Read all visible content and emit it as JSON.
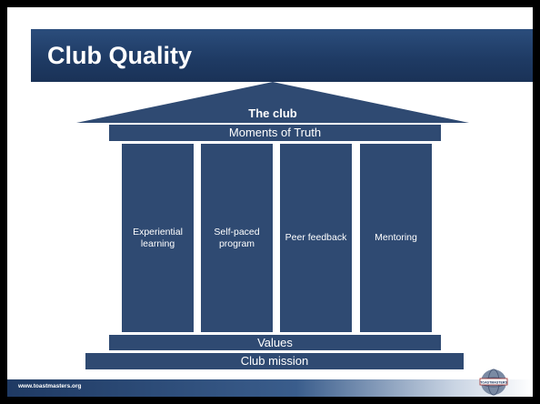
{
  "title": "Club Quality",
  "roof_label": "The club",
  "moments_label": "Moments of Truth",
  "pillars": [
    {
      "label": "Experiential learning"
    },
    {
      "label": "Self-paced program"
    },
    {
      "label": "Peer feedback"
    },
    {
      "label": "Mentoring"
    }
  ],
  "values_label": "Values",
  "mission_label": "Club mission",
  "footer": {
    "url": "www.toastmasters.org"
  },
  "logo_text": "TOASTMASTERS",
  "colors": {
    "navy": "#2f4a72",
    "title_bar": "#1e3a63"
  }
}
